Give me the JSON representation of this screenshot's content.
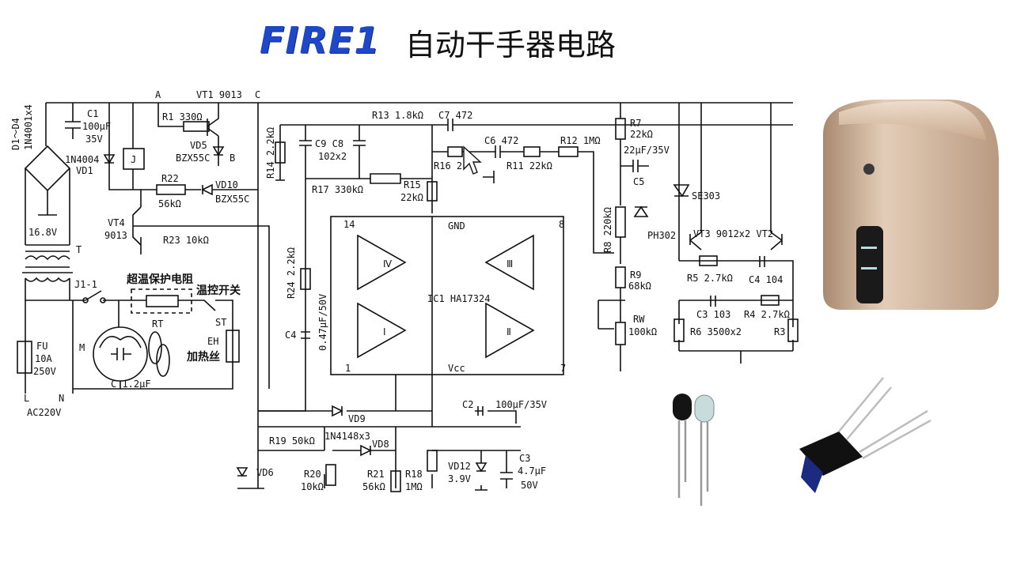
{
  "header": {
    "brand": "FIRE1",
    "title": "自动干手器电路"
  },
  "labels": {
    "d1d4": "D1～D4",
    "d1d4_part": "1N4001x4",
    "v168": "16.8V",
    "t": "T",
    "c1": "C1",
    "c1_val": "100μF",
    "c1_v": "35V",
    "vd1_part": "1N4004",
    "vd1": "VD1",
    "j": "J",
    "a": "A",
    "b": "B",
    "c_node": "C",
    "r1": "R1  330Ω",
    "vt1": "VT1  9013",
    "vd5": "VD5",
    "vd5_part": "BZX55C",
    "r22": "R22",
    "r22_val": "56kΩ",
    "vd10": "VD10",
    "vd10_part": "BZX55C",
    "vt4": "VT4",
    "vt4_part": "9013",
    "r23": "R23  10kΩ",
    "r14": "R14  2.2kΩ",
    "c9c8": "C9  C8",
    "c9c8_val": "102x2",
    "r17": "R17  330kΩ",
    "r13": "R13  1.8kΩ",
    "c7": "C7  472",
    "c6": "C6  472",
    "r12": "R12  1MΩ",
    "r16": "R16  2",
    "r11": "R11  22kΩ",
    "r15": "R15",
    "r15_val": "22kΩ",
    "r7": "R7",
    "r7_val": "22kΩ",
    "c5_val": "22μF/35V",
    "c5": "C5",
    "se303": "SE303",
    "ph302": "PH302",
    "r8": "R8  220kΩ",
    "vt3": "VT3  9012x2  VT2",
    "r5": "R5  2.7kΩ",
    "c4r": "C4  104",
    "c3": "C3  103",
    "r4": "R4  2.7kΩ",
    "r6": "R6  3500x2",
    "r3": "R3",
    "r9": "R9",
    "r9_val": "68kΩ",
    "rw": "RW",
    "rw_val": "100kΩ",
    "pin14": "14",
    "gnd": "GND",
    "pin8": "8",
    "pin1": "1",
    "vcc": "Vcc",
    "pin7": "7",
    "ic1": "IC1  HA17324",
    "op4": "Ⅳ",
    "op3": "Ⅲ",
    "op1": "Ⅰ",
    "op2": "Ⅱ",
    "r24": "R24  2.2kΩ",
    "c4": "C4",
    "c4_val": "0.47μF/50V",
    "j11": "J1-1",
    "rt_title": "超温保护电阻",
    "rt": "RT",
    "st_title": "温控开关",
    "st": "ST",
    "eh": "EH",
    "eh_cn": "加热丝",
    "m": "M",
    "cm": "C  1.2μF",
    "fu": "FU",
    "fu_a": "10A",
    "fu_v": "250V",
    "l": "L",
    "n": "N",
    "ac": "AC220V",
    "c2": "C2",
    "c2_val": "100μF/35V",
    "vd9": "VD9",
    "r19": "R19  50kΩ",
    "vd8_part": "1N4148x3",
    "vd8": "VD8",
    "vd6": "VD6",
    "r20": "R20",
    "r20_val": "10kΩ",
    "r21": "R21",
    "r21_val": "56kΩ",
    "r18": "R18",
    "r18_val": "1MΩ",
    "vd12": "VD12",
    "vd12_val": "3.9V",
    "c3b": "C3",
    "c3b_val": "4.7μF",
    "c3b_v": "50V"
  },
  "colors": {
    "brand": "#1f48c9",
    "dryer_body": "#c9a98c",
    "dryer_panel": "#1a1a1a",
    "led_blue": "#bcd9e6"
  },
  "icons": [
    "cursor-arrow-icon",
    "hand-dryer-photo",
    "led-pair-photo",
    "photo-interrupter-photo"
  ]
}
